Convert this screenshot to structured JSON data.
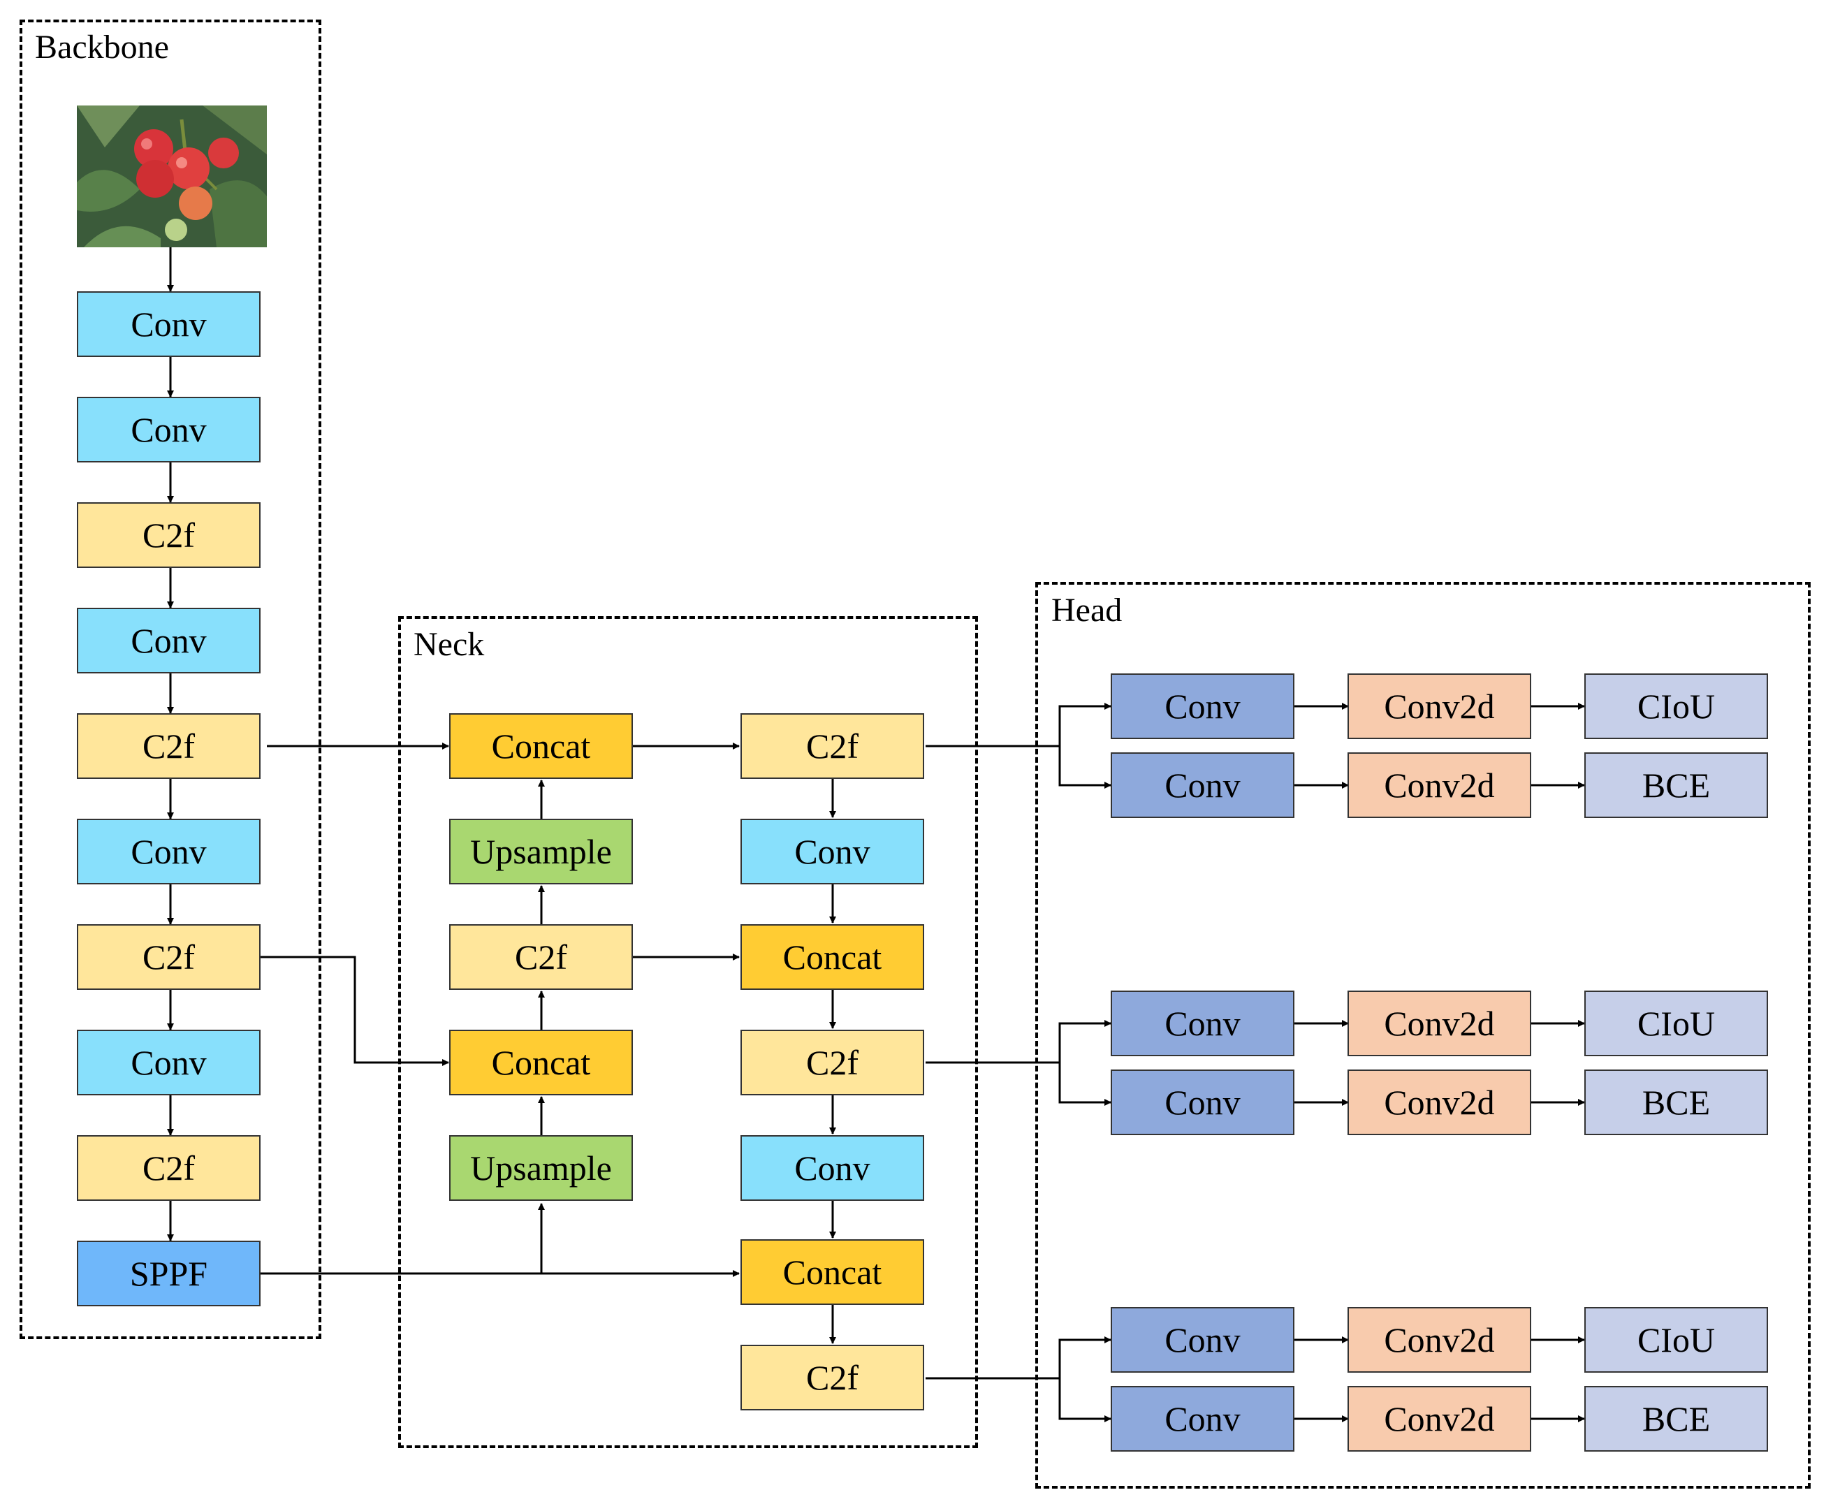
{
  "panels": {
    "backbone": "Backbone",
    "neck": "Neck",
    "head": "Head"
  },
  "input_image": {
    "icon": "tomato-photo-icon"
  },
  "backbone": {
    "b1": "Conv",
    "b2": "Conv",
    "b3": "C2f",
    "b4": "Conv",
    "b5": "C2f",
    "b6": "Conv",
    "b7": "C2f",
    "b8": "Conv",
    "b9": "C2f",
    "b10": "SPPF"
  },
  "neck": {
    "n_concat1": "Concat",
    "n_up1": "Upsample",
    "n_c2f": "C2f",
    "n_concat2": "Concat",
    "n_up2": "Upsample",
    "r_c2f1": "C2f",
    "r_conv1": "Conv",
    "r_concat1": "Concat",
    "r_c2f2": "C2f",
    "r_conv2": "Conv",
    "r_concat2": "Concat",
    "r_c2f3": "C2f"
  },
  "head": {
    "g1": {
      "conv_a": "Conv",
      "c2d_a": "Conv2d",
      "loss_a": "CIoU",
      "conv_b": "Conv",
      "c2d_b": "Conv2d",
      "loss_b": "BCE"
    },
    "g2": {
      "conv_a": "Conv",
      "c2d_a": "Conv2d",
      "loss_a": "CIoU",
      "conv_b": "Conv",
      "c2d_b": "Conv2d",
      "loss_b": "BCE"
    },
    "g3": {
      "conv_a": "Conv",
      "c2d_a": "Conv2d",
      "loss_a": "CIoU",
      "conv_b": "Conv",
      "c2d_b": "Conv2d",
      "loss_b": "BCE"
    }
  },
  "colors": {
    "conv": "#88e0fc",
    "c2f": "#ffe69b",
    "concat": "#ffcc33",
    "upsample": "#a9d770",
    "sppf": "#6fb7fa",
    "head_conv": "#8ea9dc",
    "conv2d": "#f8cbad",
    "loss": "#c6cfe9"
  }
}
